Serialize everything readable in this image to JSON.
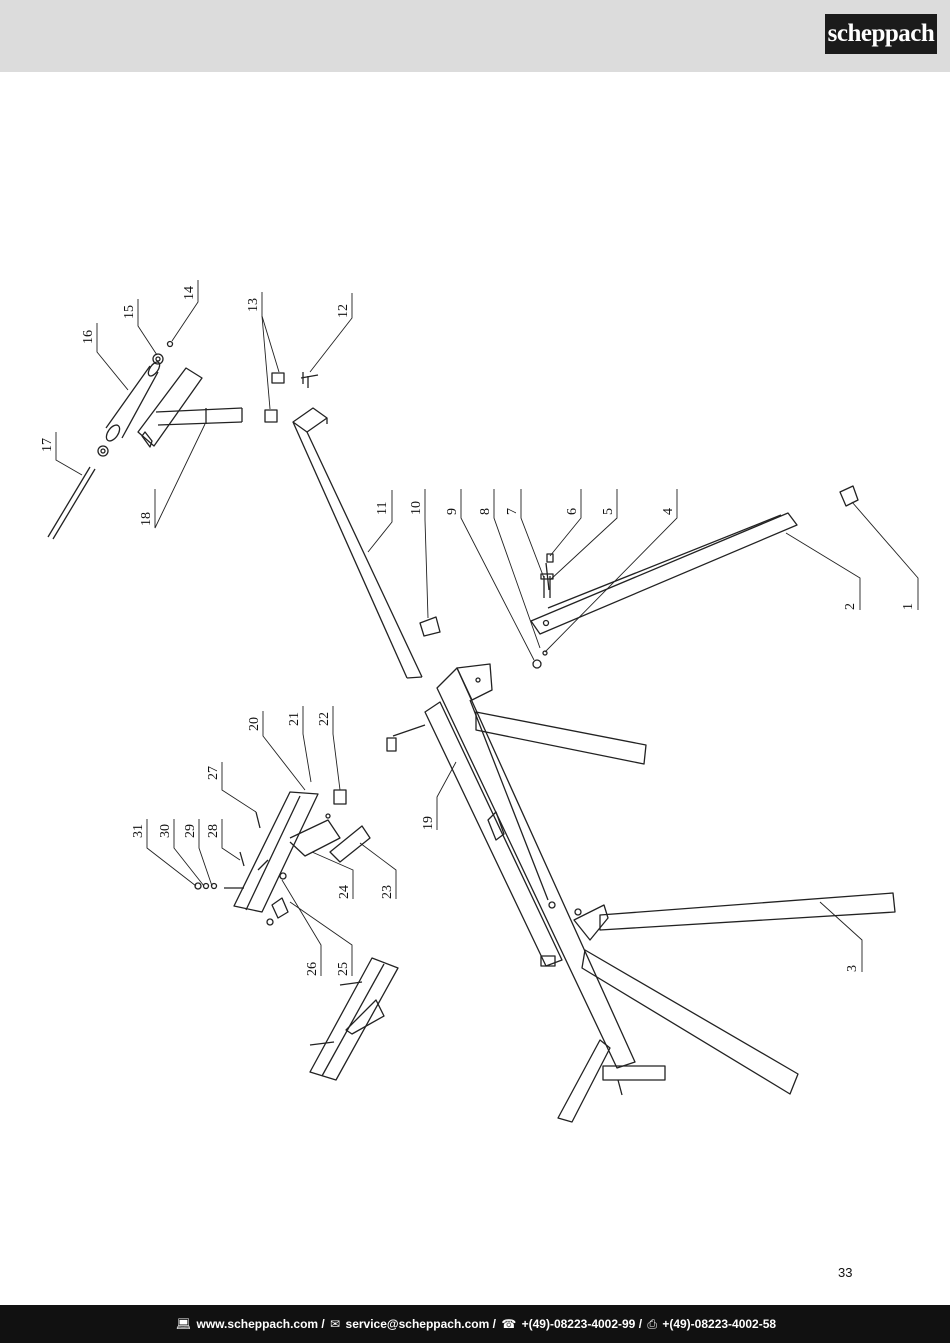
{
  "brand": "scheppach",
  "page_number": "33",
  "callouts": [
    "1",
    "2",
    "3",
    "4",
    "5",
    "6",
    "7",
    "8",
    "9",
    "10",
    "11",
    "12",
    "13",
    "14",
    "15",
    "16",
    "17",
    "18",
    "19",
    "20",
    "21",
    "22",
    "23",
    "24",
    "25",
    "26",
    "27",
    "28",
    "29",
    "30",
    "31"
  ],
  "footer": {
    "web_icon": "computer-icon",
    "web": "www.scheppach.com /",
    "email_icon": "mail-icon",
    "email": "service@scheppach.com /",
    "phone_icon": "phone-icon",
    "phone": "+(49)-08223-4002-99 /",
    "fax_icon": "fax-icon",
    "fax": "+(49)-08223-4002-58"
  }
}
